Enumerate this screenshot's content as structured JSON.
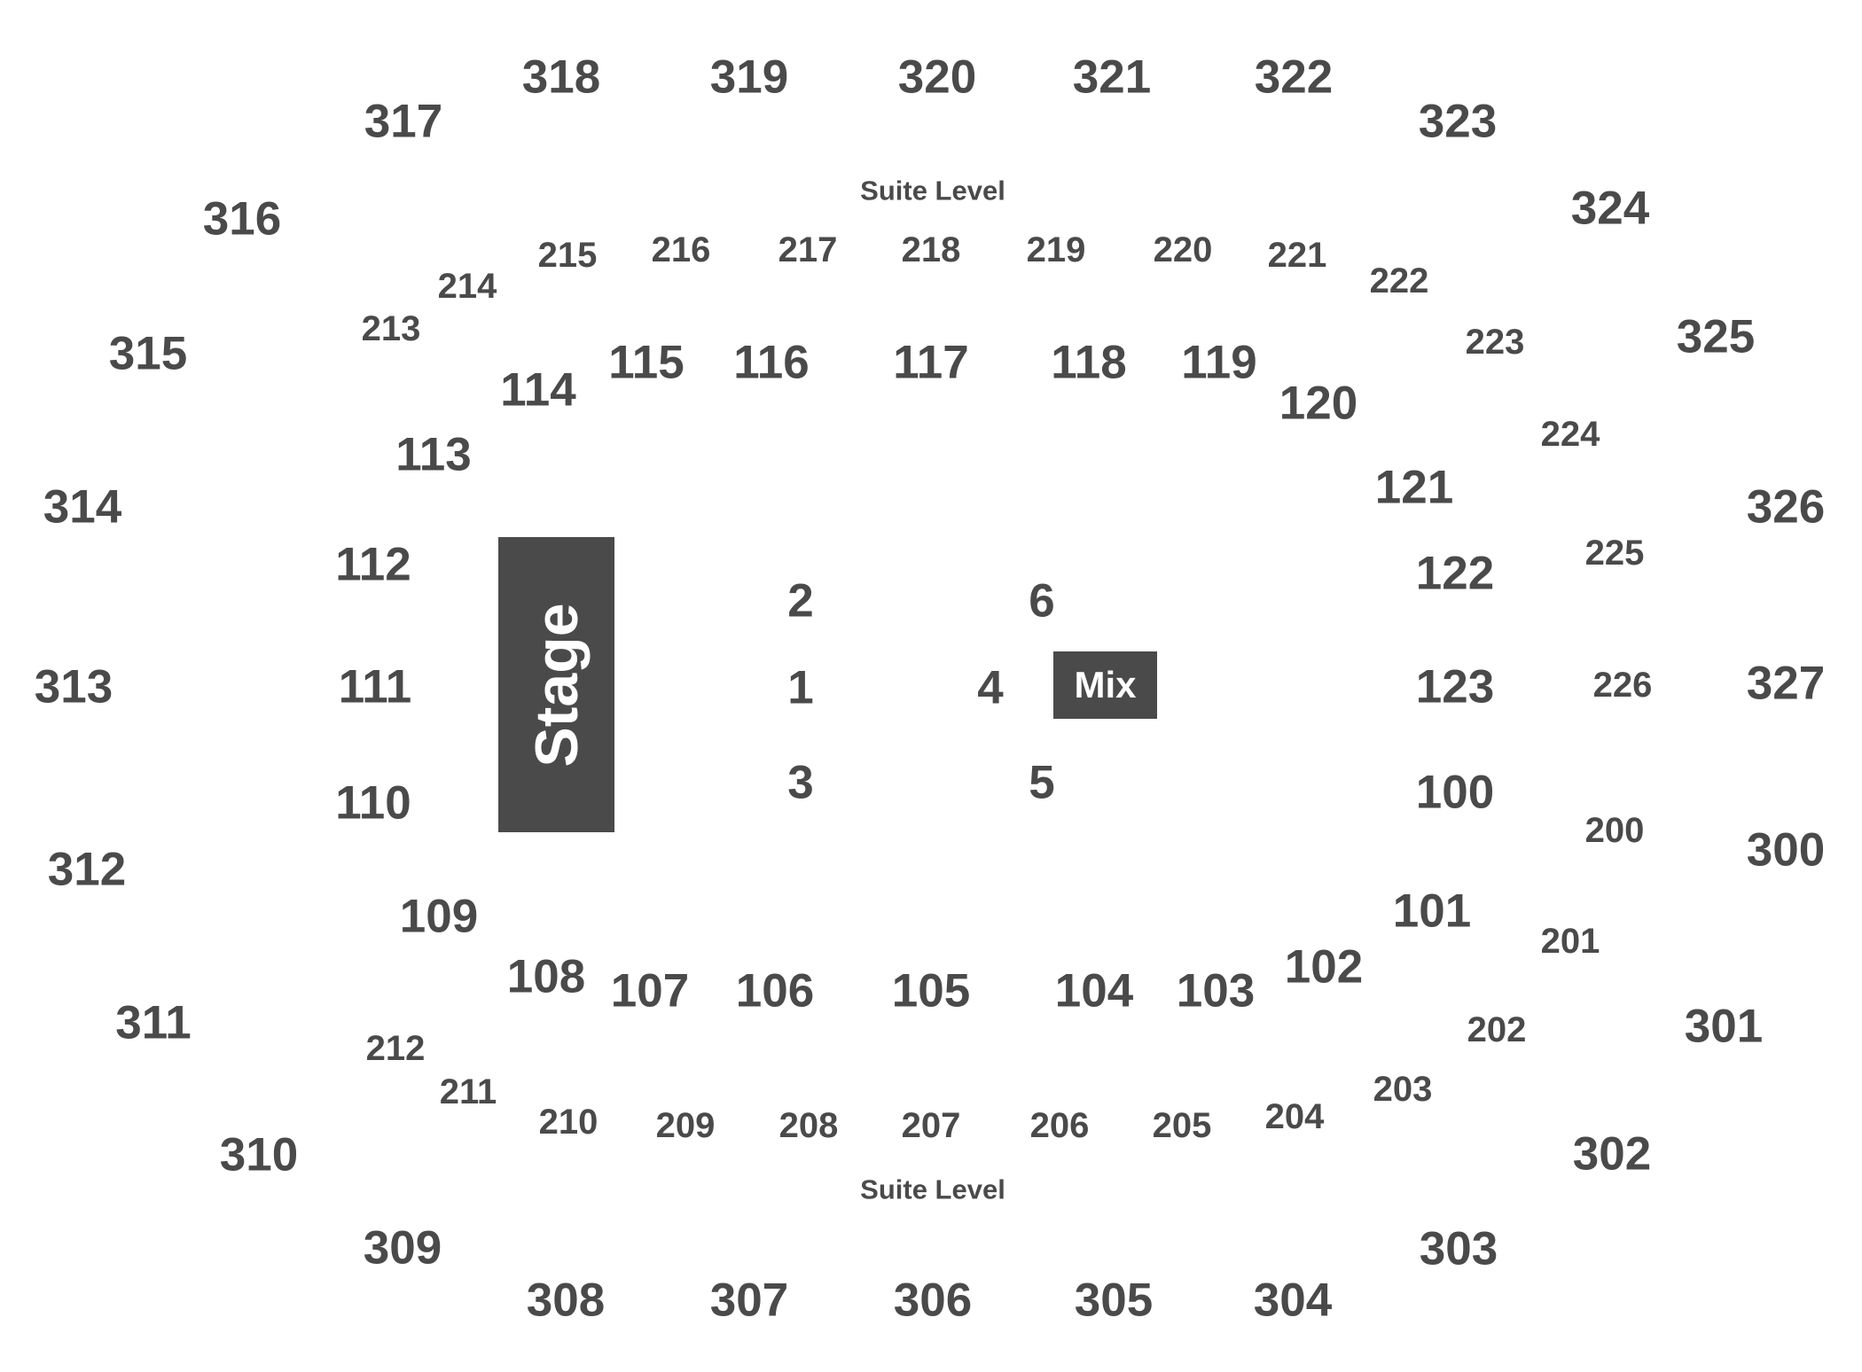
{
  "stage_label": "Stage",
  "mix_label": "Mix",
  "suite_label": "Suite Level",
  "colors": {
    "section_text": "#4a4a4a",
    "block_fill": "#4a4a4a",
    "block_text": "#ffffff",
    "background": "#ffffff"
  },
  "sections": {
    "s318": "318",
    "s319": "319",
    "s320": "320",
    "s321": "321",
    "s322": "322",
    "s317": "317",
    "s323": "323",
    "s316": "316",
    "s324": "324",
    "s315": "315",
    "s325": "325",
    "s314": "314",
    "s326": "326",
    "s313": "313",
    "s327": "327",
    "s312": "312",
    "s300": "300",
    "s311": "311",
    "s301": "301",
    "s310": "310",
    "s302": "302",
    "s309": "309",
    "s303": "303",
    "s308": "308",
    "s307": "307",
    "s306": "306",
    "s305": "305",
    "s304": "304",
    "s215": "215",
    "s216": "216",
    "s217": "217",
    "s218": "218",
    "s219": "219",
    "s220": "220",
    "s221": "221",
    "s214": "214",
    "s222": "222",
    "s213": "213",
    "s223": "223",
    "s224": "224",
    "s225": "225",
    "s226": "226",
    "s200": "200",
    "s201": "201",
    "s202": "202",
    "s212": "212",
    "s211": "211",
    "s203": "203",
    "s210": "210",
    "s209": "209",
    "s208": "208",
    "s207": "207",
    "s206": "206",
    "s205": "205",
    "s204": "204",
    "s114": "114",
    "s115": "115",
    "s116": "116",
    "s117": "117",
    "s118": "118",
    "s119": "119",
    "s120": "120",
    "s113": "113",
    "s121": "121",
    "s112": "112",
    "s122": "122",
    "s111": "111",
    "s123": "123",
    "s110": "110",
    "s100": "100",
    "s109": "109",
    "s101": "101",
    "s108": "108",
    "s107": "107",
    "s106": "106",
    "s105": "105",
    "s104": "104",
    "s103": "103",
    "s102": "102",
    "f1": "1",
    "f2": "2",
    "f3": "3",
    "f4": "4",
    "f5": "5",
    "f6": "6"
  }
}
